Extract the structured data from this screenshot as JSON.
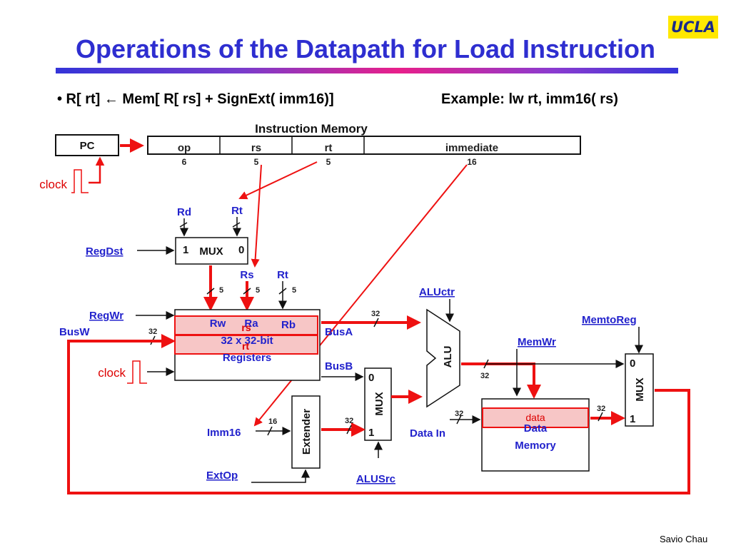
{
  "slide": {
    "title": "Operations of the Datapath for Load Instruction",
    "logo_text": "UCLA",
    "bullet": "• R[ rt] ← Mem[ R[ rs] + SignExt( imm16)]",
    "example": "Example: lw rt, imm16( rs)",
    "footer": "Savio Chau"
  },
  "diagram": {
    "instruction_memory_label": "Instruction Memory",
    "pc_label": "PC",
    "fields": [
      {
        "name": "op",
        "width": "6"
      },
      {
        "name": "rs",
        "width": "5"
      },
      {
        "name": "rt",
        "width": "5"
      },
      {
        "name": "immediate",
        "width": "16"
      }
    ],
    "clock_label": "clock",
    "regdst_mux": {
      "label": "MUX",
      "in1": "1",
      "in0": "0",
      "top_left": "Rd",
      "top_right": "Rt"
    },
    "regdst_signal": "RegDst",
    "rs_label": "Rs",
    "rt_label": "Rt",
    "bus_width_5": "5",
    "bus_width_32": "32",
    "bus_width_16": "16",
    "regwr_signal": "RegWr",
    "busw_label": "BusW",
    "register_file": {
      "rw": "Rw",
      "ra": "Ra",
      "rb": "Rb",
      "line1": "32 x 32-bit",
      "line2": "Registers",
      "overlay_rs": "rs",
      "overlay_rt": "rt"
    },
    "busa_label": "BusA",
    "busb_label": "BusB",
    "aluctr_signal": "ALUctr",
    "alu_label": "ALU",
    "alusrc_mux": {
      "label": "MUX",
      "in0": "0",
      "in1": "1"
    },
    "alusrc_signal": "ALUSrc",
    "imm16_label": "Imm16",
    "extender_label": "Extender",
    "extop_signal": "ExtOp",
    "memwr_signal": "MemWr",
    "data_in_label": "Data In",
    "data_memory": {
      "line1": "Data",
      "line2": "Memory",
      "overlay": "data"
    },
    "memtoreg_signal": "MemtoReg",
    "memtoreg_mux": {
      "label": "MUX",
      "in0": "0",
      "in1": "1"
    },
    "colors": {
      "highlight": "#ee1111",
      "signal": "#2222cc",
      "title": "#2e2ed0",
      "overlay_fill": "#f7c6c6"
    }
  }
}
